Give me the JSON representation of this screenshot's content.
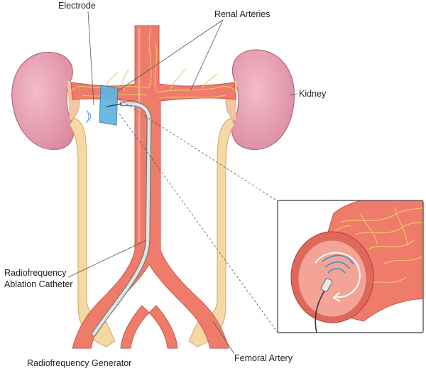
{
  "labels": {
    "electrode": "Electrode",
    "renal_arteries": "Renal Arteries",
    "kidney": "Kidney",
    "catheter_line1": "Radiofrequency",
    "catheter_line2": "Ablation Catheter",
    "generator": "Radiofrequency Generator",
    "femoral_artery": "Femoral Artery"
  },
  "colors": {
    "kidney": "#e8a0b2",
    "kidney_outline": "#b06a7e",
    "artery": "#ef7c6b",
    "artery_outline": "#c9564a",
    "ureter": "#f6d8a4",
    "ureter_outline": "#cfa76a",
    "nerve": "#f2c76a",
    "electrode_pad": "#5fb4e0",
    "catheter": "#d9d9d9",
    "catheter_outline": "#777777"
  }
}
